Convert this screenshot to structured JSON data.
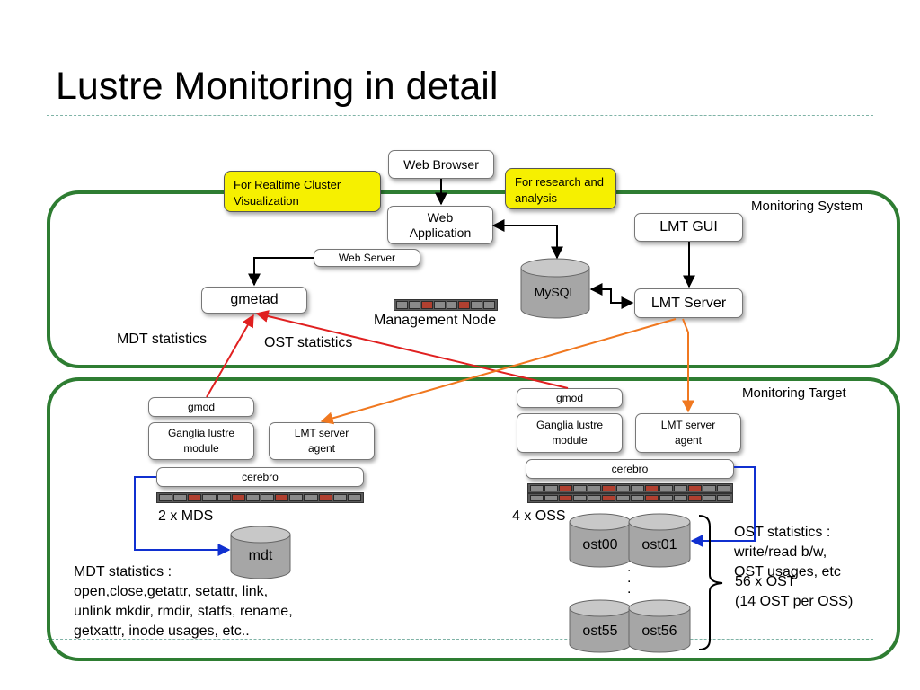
{
  "title": "Lustre Monitoring in detail",
  "regions": {
    "monitoring_system": "Monitoring System",
    "monitoring_target": "Monitoring Target"
  },
  "notes": {
    "realtime": "For Realtime Cluster Visualization",
    "research": "For research and analysis"
  },
  "top": {
    "web_browser": "Web Browser",
    "web_application": "Web\nApplication",
    "web_server": "Web Server",
    "gmetad": "gmetad",
    "mysql": "MySQL",
    "lmt_gui": "LMT GUI",
    "lmt_server": "LMT Server",
    "management_node": "Management Node",
    "mdt_statistics": "MDT statistics",
    "ost_statistics": "OST statistics"
  },
  "mds": {
    "gmod": "gmod",
    "ganglia": "Ganglia lustre\nmodule",
    "lmt_agent": "LMT server\nagent",
    "cerebro": "cerebro",
    "count": "2 x MDS",
    "mdt": "mdt",
    "stats_text": "MDT statistics :\nopen,close,getattr, setattr, link,\nunlink mkdir, rmdir, statfs, rename,\ngetxattr, inode usages, etc.."
  },
  "oss": {
    "gmod": "gmod",
    "ganglia": "Ganglia lustre\nmodule",
    "lmt_agent": "LMT server\nagent",
    "cerebro": "cerebro",
    "count": "4 x OSS",
    "ost00": "ost00",
    "ost01": "ost01",
    "ost55": "ost55",
    "ost56": "ost56",
    "ost_count": "56 x OST\n(14 OST per OSS)",
    "stats_text": "OST statistics :\nwrite/read b/w,\nOST usages, etc"
  },
  "colors": {
    "region_border": "#2e7d32",
    "note_fill": "#f6f000",
    "arrow_red": "#e02020",
    "arrow_orange": "#f07820",
    "arrow_blue": "#1030d0",
    "arrow_black": "#000000",
    "cylinder_fill": "#a6a6a6"
  }
}
